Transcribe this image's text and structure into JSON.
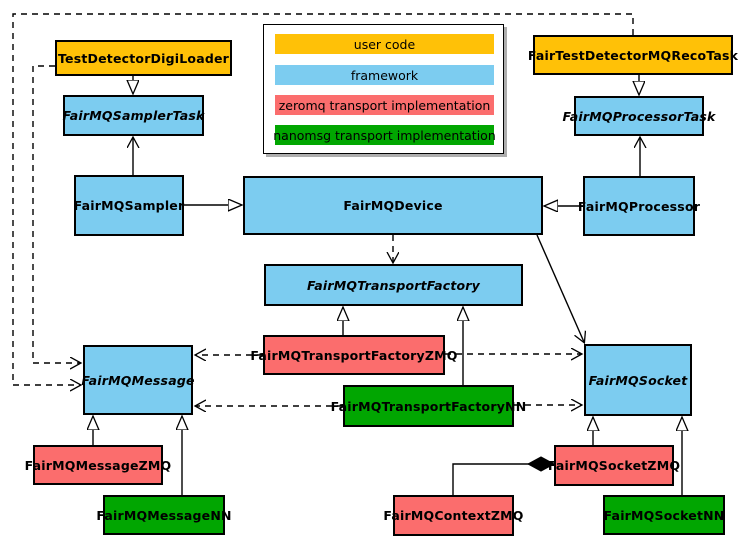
{
  "colors": {
    "user_code": "#FFC107",
    "framework": "#7CCCF0",
    "zeromq": "#FB6D6D",
    "nanomsg": "#01A601",
    "border": "#000000",
    "background": "#FFFFFF"
  },
  "legend": {
    "items": [
      {
        "label": "user code",
        "color": "#FFC107"
      },
      {
        "label": "framework",
        "color": "#7CCCF0"
      },
      {
        "label": "zeromq transport implementation",
        "color": "#FB6D6D"
      },
      {
        "label": "nanomsg transport implementation",
        "color": "#01A601"
      }
    ]
  },
  "nodes": {
    "testDetectorDigiLoader": {
      "label": "TestDetectorDigiLoader",
      "category": "user code",
      "abstract": false
    },
    "fairTestDetectorMQRecoTask": {
      "label": "FairTestDetectorMQRecoTask",
      "category": "user code",
      "abstract": false
    },
    "fairMQSamplerTask": {
      "label": "FairMQSamplerTask",
      "category": "framework",
      "abstract": true
    },
    "fairMQProcessorTask": {
      "label": "FairMQProcessorTask",
      "category": "framework",
      "abstract": true
    },
    "fairMQSampler": {
      "label": "FairMQSampler",
      "category": "framework",
      "abstract": false
    },
    "fairMQDevice": {
      "label": "FairMQDevice",
      "category": "framework",
      "abstract": false
    },
    "fairMQProcessor": {
      "label": "FairMQProcessor",
      "category": "framework",
      "abstract": false
    },
    "fairMQTransportFactory": {
      "label": "FairMQTransportFactory",
      "category": "framework",
      "abstract": true
    },
    "fairMQTransportFactoryZMQ": {
      "label": "FairMQTransportFactoryZMQ",
      "category": "zeromq transport implementation",
      "abstract": false
    },
    "fairMQTransportFactoryNN": {
      "label": "FairMQTransportFactoryNN",
      "category": "nanomsg transport implementation",
      "abstract": false
    },
    "fairMQMessage": {
      "label": "FairMQMessage",
      "category": "framework",
      "abstract": true
    },
    "fairMQSocket": {
      "label": "FairMQSocket",
      "category": "framework",
      "abstract": true
    },
    "fairMQMessageZMQ": {
      "label": "FairMQMessageZMQ",
      "category": "zeromq transport implementation",
      "abstract": false
    },
    "fairMQMessageNN": {
      "label": "FairMQMessageNN",
      "category": "nanomsg transport implementation",
      "abstract": false
    },
    "fairMQContextZMQ": {
      "label": "FairMQContextZMQ",
      "category": "zeromq transport implementation",
      "abstract": false
    },
    "fairMQSocketZMQ": {
      "label": "FairMQSocketZMQ",
      "category": "zeromq transport implementation",
      "abstract": false
    },
    "fairMQSocketNN": {
      "label": "FairMQSocketNN",
      "category": "nanomsg transport implementation",
      "abstract": false
    }
  },
  "edges": [
    {
      "from": "TestDetectorDigiLoader",
      "to": "FairMQSamplerTask",
      "type": "inheritance"
    },
    {
      "from": "FairTestDetectorMQRecoTask",
      "to": "FairMQProcessorTask",
      "type": "inheritance"
    },
    {
      "from": "FairMQSampler",
      "to": "FairMQDevice",
      "type": "inheritance"
    },
    {
      "from": "FairMQProcessor",
      "to": "FairMQDevice",
      "type": "inheritance"
    },
    {
      "from": "FairMQSampler",
      "to": "FairMQSamplerTask",
      "type": "association"
    },
    {
      "from": "FairMQProcessor",
      "to": "FairMQProcessorTask",
      "type": "association"
    },
    {
      "from": "FairMQDevice",
      "to": "FairMQSocket",
      "type": "association"
    },
    {
      "from": "FairMQDevice",
      "to": "FairMQTransportFactory",
      "type": "dependency"
    },
    {
      "from": "FairMQTransportFactoryZMQ",
      "to": "FairMQTransportFactory",
      "type": "inheritance"
    },
    {
      "from": "FairMQTransportFactoryNN",
      "to": "FairMQTransportFactory",
      "type": "inheritance"
    },
    {
      "from": "FairMQTransportFactoryZMQ",
      "to": "FairMQMessage",
      "type": "dependency"
    },
    {
      "from": "FairMQTransportFactoryZMQ",
      "to": "FairMQSocket",
      "type": "dependency"
    },
    {
      "from": "FairMQTransportFactoryNN",
      "to": "FairMQMessage",
      "type": "dependency"
    },
    {
      "from": "FairMQTransportFactoryNN",
      "to": "FairMQSocket",
      "type": "dependency"
    },
    {
      "from": "TestDetectorDigiLoader",
      "to": "FairMQMessage",
      "type": "dependency"
    },
    {
      "from": "FairTestDetectorMQRecoTask",
      "to": "FairMQMessage",
      "type": "dependency"
    },
    {
      "from": "FairMQMessageZMQ",
      "to": "FairMQMessage",
      "type": "inheritance"
    },
    {
      "from": "FairMQMessageNN",
      "to": "FairMQMessage",
      "type": "inheritance"
    },
    {
      "from": "FairMQSocketZMQ",
      "to": "FairMQSocket",
      "type": "inheritance"
    },
    {
      "from": "FairMQSocketNN",
      "to": "FairMQSocket",
      "type": "inheritance"
    },
    {
      "from": "FairMQContextZMQ",
      "to": "FairMQSocketZMQ",
      "type": "composition"
    }
  ]
}
